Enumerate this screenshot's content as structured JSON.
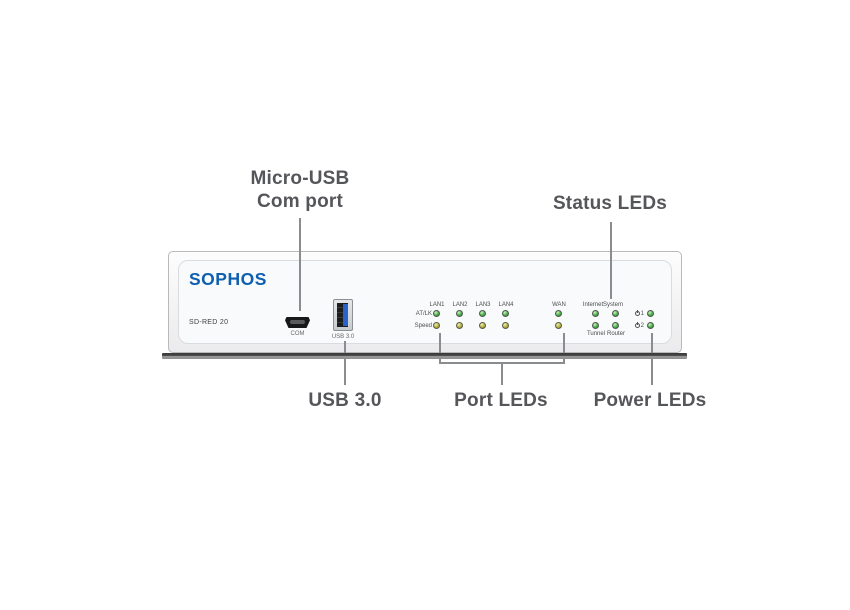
{
  "colors": {
    "brand_blue": "#0f5fb0",
    "label_gray": "#55565a",
    "line_gray": "#8a8d8f",
    "led_green": "#46b24a",
    "led_yellow": "#b6b244",
    "usb_blue": "#2a63c8"
  },
  "callouts": {
    "micro_usb_line1": "Micro-USB",
    "micro_usb_line2": "Com port",
    "status_leds": "Status LEDs",
    "usb3": "USB 3.0",
    "port_leds": "Port LEDs",
    "power_leds": "Power LEDs"
  },
  "device": {
    "brand": "SOPHOS",
    "model": "SD-RED 20",
    "com_port_label": "COM",
    "usb_port_label": "USB 3.0",
    "led_panel": {
      "lan_labels": [
        "LAN1",
        "LAN2",
        "LAN3",
        "LAN4"
      ],
      "wan_label": "WAN",
      "row_labels": [
        "AT/LK",
        "Speed"
      ],
      "status_top_labels": [
        "Internet",
        "System"
      ],
      "status_bottom_labels": [
        "Tunnel",
        "Router"
      ],
      "power_labels": [
        "1",
        "2"
      ]
    }
  }
}
